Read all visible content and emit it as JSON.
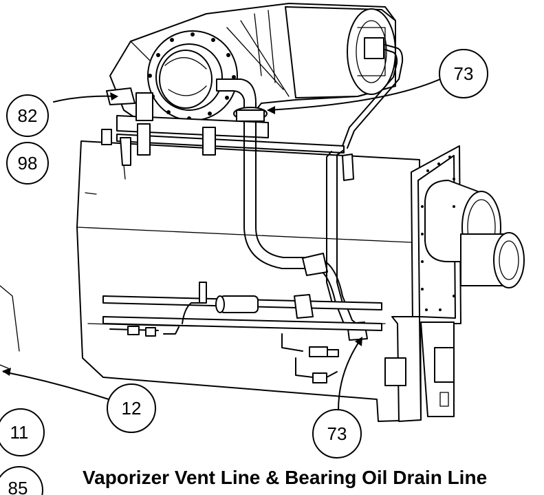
{
  "caption": "Vaporizer Vent Line & Bearing Oil Drain Line",
  "callouts": [
    {
      "id": "82",
      "label": "82"
    },
    {
      "id": "98",
      "label": "98"
    },
    {
      "id": "73-top",
      "label": "73"
    },
    {
      "id": "73-bottom",
      "label": "73"
    },
    {
      "id": "12",
      "label": "12"
    },
    {
      "id": "11",
      "label": "11"
    },
    {
      "id": "85",
      "label": "85"
    }
  ]
}
